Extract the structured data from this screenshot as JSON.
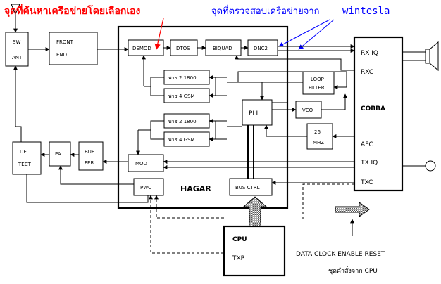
{
  "colors": {
    "red": "#ff0000",
    "blue": "#0000ff"
  },
  "labels": {
    "annot_red": "จุดที่ค้นหาเครือข่ายโดยเลือกเอง",
    "annot_blue_prefix": "จุดที่ตรวจสอบเครือข่ายจาก",
    "annot_blue_suffix": "wintesla",
    "sw_ant_1": "SW",
    "sw_ant_2": "ANT",
    "front_1": "FRONT",
    "front_2": "END",
    "detect_1": "DE",
    "detect_2": "TECT",
    "pa": "PA",
    "buffer_1": "BUF",
    "buffer_2": "FER",
    "demod": "DEMOD",
    "dtos": "DTOS",
    "biquad": "BIQUAD",
    "dnc2": "DNC2",
    "rx_1800": "พาธ 2 1800",
    "rx_gsm": "พาธ 4 GSM",
    "tx_1800": "พาธ 2 1800",
    "tx_gsm": "พาธ 4 GSM",
    "pll": "PLL",
    "vco": "VCO",
    "loop_1": "LOOP",
    "loop_2": "FILTER",
    "xtal_1": "26",
    "xtal_2": "MHZ",
    "mod": "MOD",
    "pwc": "PWC",
    "hagar": "HAGAR",
    "bus_ctrl": "BUS CTRL",
    "cobba": "COBBA",
    "rxiq": "RX IQ",
    "rxc": "RXC",
    "afc": "AFC",
    "txiq": "TX IQ",
    "txc": "TXC",
    "cpu": "CPU",
    "txp": "TXP",
    "signals": "DATA  CLOCK  ENABLE  RESET",
    "cpu_cmd": "ชุดคำสั่งจาก  CPU"
  }
}
